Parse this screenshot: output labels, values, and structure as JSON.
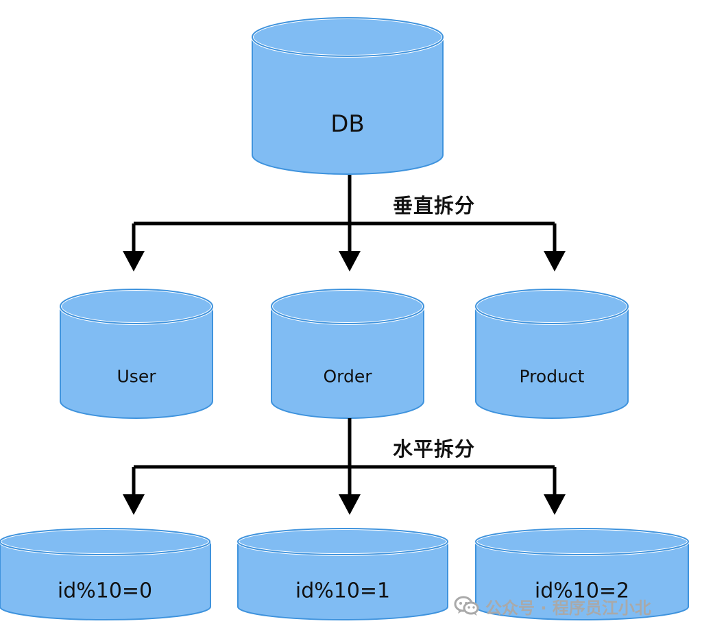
{
  "diagram": {
    "db": "DB",
    "vertical_split_label": "垂直拆分",
    "tables": {
      "user": "User",
      "order": "Order",
      "product": "Product"
    },
    "horizontal_split_label": "水平拆分",
    "shards": {
      "shard0": "id%10=0",
      "shard1": "id%10=1",
      "shard2": "id%10=2"
    }
  },
  "watermark": {
    "text": "公众号 · 程序员江小北",
    "icon": "wechat-icon"
  },
  "colors": {
    "cylinder_fill": "#80bcf3",
    "cylinder_stroke": "#3f93dd",
    "line": "#000000",
    "watermark": "#a9a9a9"
  }
}
